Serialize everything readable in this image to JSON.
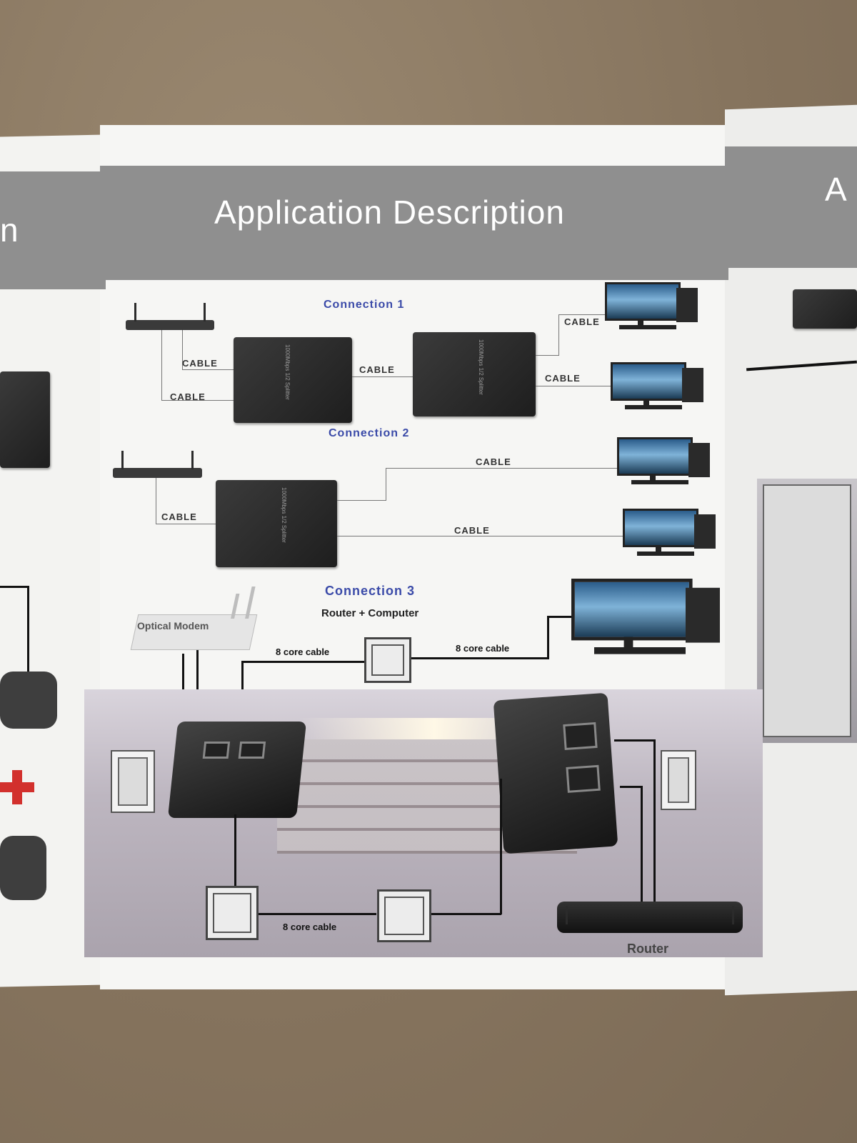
{
  "left_panel": {
    "heading_fragment": "n"
  },
  "right_panel": {
    "heading_fragment": "A"
  },
  "main_panel": {
    "heading": "Application Description",
    "connection1": {
      "title": "Connection 1",
      "labels": [
        "CABLE",
        "CABLE",
        "CABLE",
        "CABLE",
        "CABLE"
      ]
    },
    "connection2": {
      "title": "Connection 2",
      "labels": [
        "CABLE",
        "CABLE",
        "CABLE"
      ]
    },
    "connection3": {
      "title": "Connection 3",
      "subtitle": "Router + Computer",
      "modem_label": "Optical Modem",
      "cable_labels": [
        "8 core cable",
        "8 core cable",
        "8 core cable"
      ],
      "router_label": "Router"
    },
    "device_text": "1000Mbps 1/2 Splitter"
  }
}
